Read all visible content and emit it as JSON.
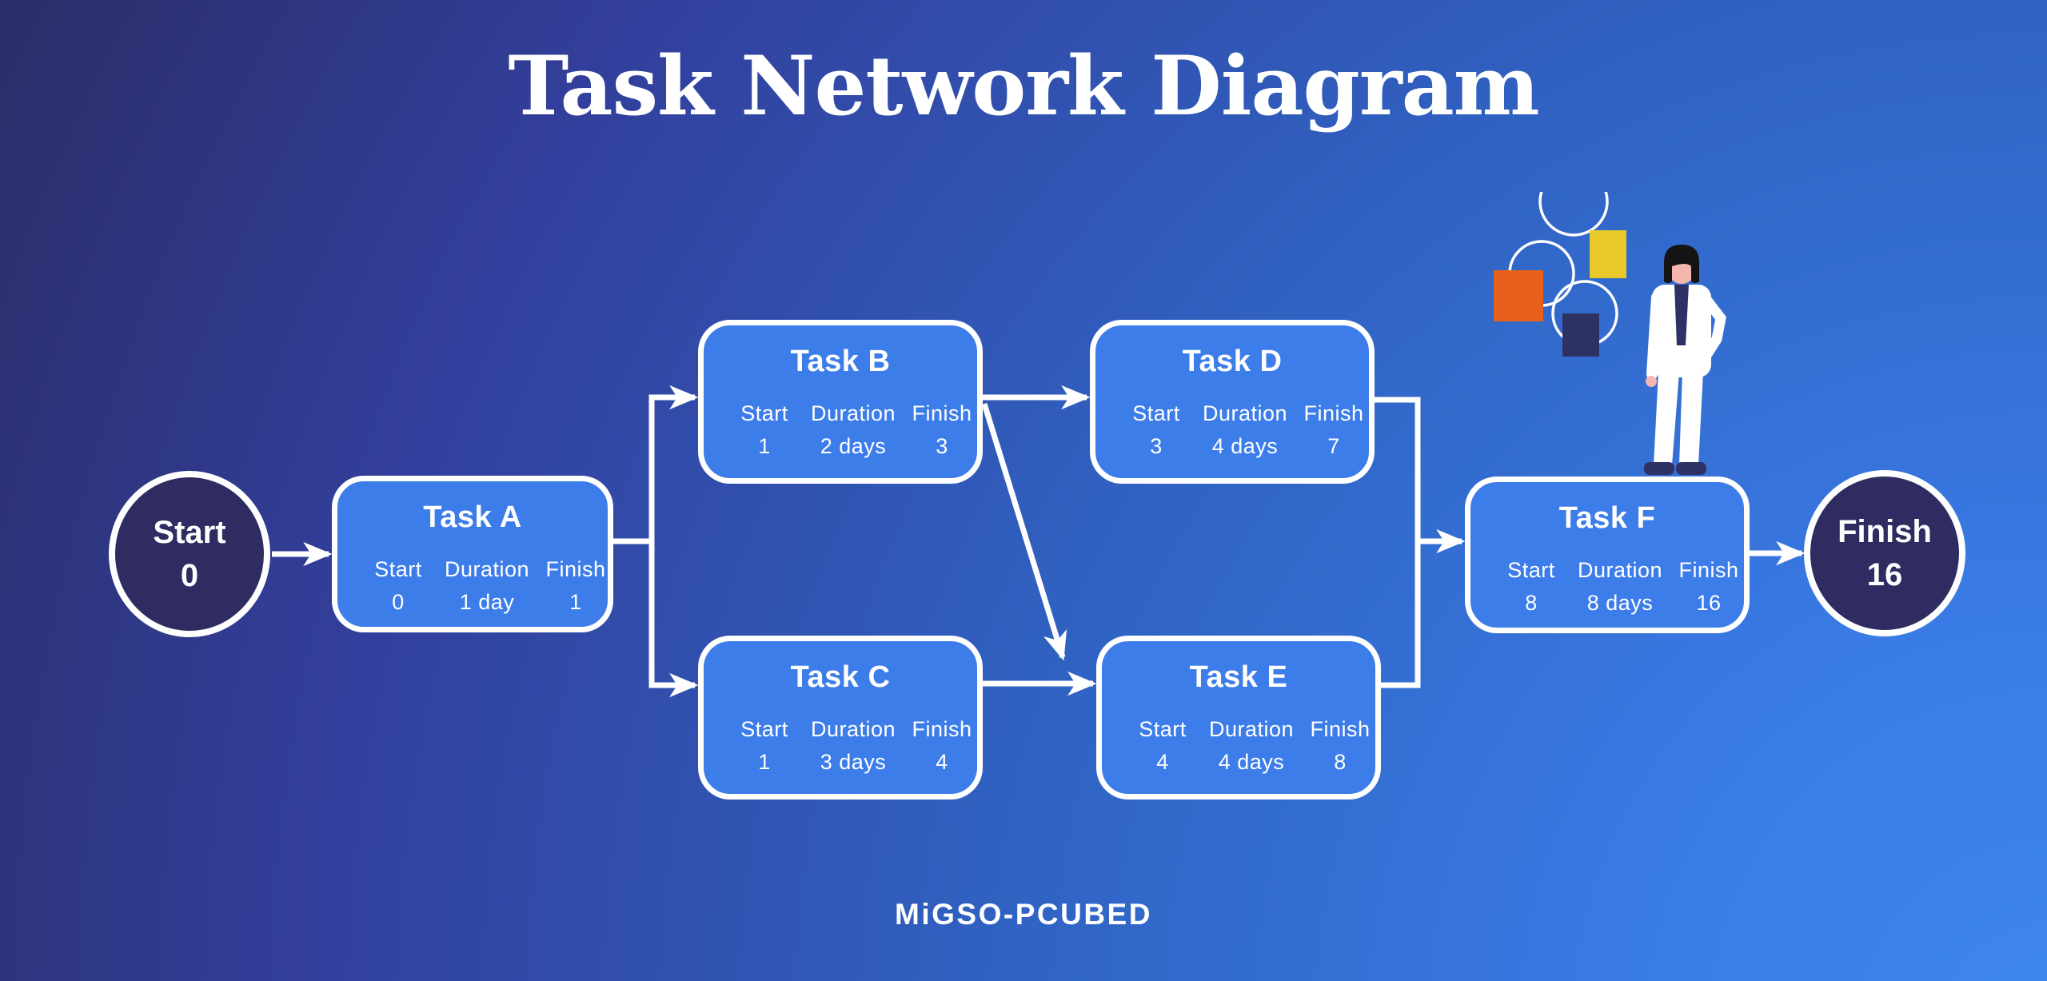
{
  "title": "Task Network Diagram",
  "brand": {
    "logo_text": "MiGSO-PCUBED"
  },
  "column_labels": {
    "start": "Start",
    "duration": "Duration",
    "finish": "Finish"
  },
  "nodes": {
    "start": {
      "label": "Start",
      "value": "0"
    },
    "finish": {
      "label": "Finish",
      "value": "16"
    },
    "tasks": [
      {
        "id": "A",
        "title": "Task A",
        "start": "0",
        "duration": "1 day",
        "finish": "1"
      },
      {
        "id": "B",
        "title": "Task B",
        "start": "1",
        "duration": "2 days",
        "finish": "3"
      },
      {
        "id": "C",
        "title": "Task C",
        "start": "1",
        "duration": "3 days",
        "finish": "4"
      },
      {
        "id": "D",
        "title": "Task D",
        "start": "3",
        "duration": "4 days",
        "finish": "7"
      },
      {
        "id": "E",
        "title": "Task E",
        "start": "4",
        "duration": "4 days",
        "finish": "8"
      },
      {
        "id": "F",
        "title": "Task F",
        "start": "8",
        "duration": "8 days",
        "finish": "16"
      }
    ]
  },
  "edges": [
    {
      "from": "Start",
      "to": "Task A"
    },
    {
      "from": "Task A",
      "to": "Task B"
    },
    {
      "from": "Task A",
      "to": "Task C"
    },
    {
      "from": "Task B",
      "to": "Task D"
    },
    {
      "from": "Task B",
      "to": "Task E"
    },
    {
      "from": "Task C",
      "to": "Task E"
    },
    {
      "from": "Task D",
      "to": "Task F"
    },
    {
      "from": "Task E",
      "to": "Task F"
    },
    {
      "from": "Task F",
      "to": "Finish"
    }
  ],
  "colors": {
    "background_top_left": "#2a2a5e",
    "background_bottom_right": "#3b80ea",
    "task_fill": "#3d7de9",
    "terminal_fill": "#2e2c60",
    "line": "#ffffff",
    "accent_orange": "#e8611c",
    "accent_yellow": "#e9c929",
    "accent_navy": "#2e3263"
  }
}
